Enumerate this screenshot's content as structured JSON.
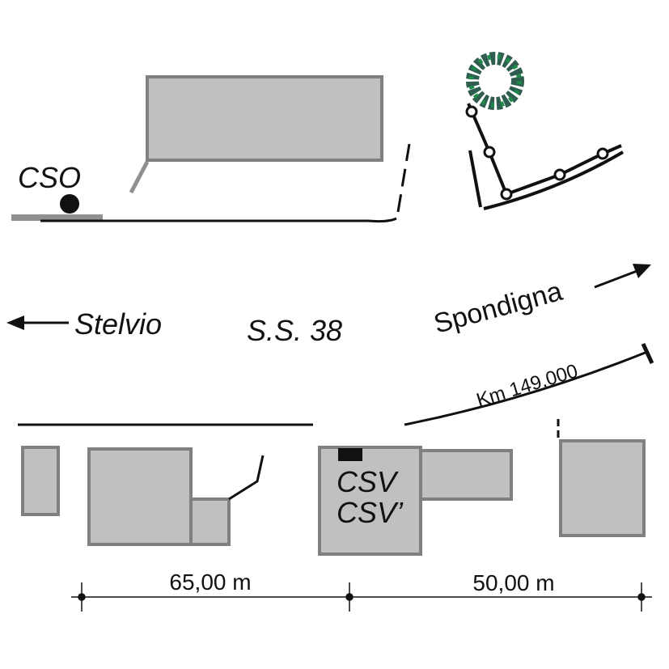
{
  "labels": {
    "cso": "CSO",
    "stelvio": "Stelvio",
    "road": "S.S. 38",
    "spondigna": "Spondigna",
    "km": "Km 149,000",
    "csv": "CSV",
    "csv_prime": "CSV’",
    "dist_left": "65,00 m",
    "dist_right": "50,00 m"
  },
  "colors": {
    "building_fill": "#c0c0c0",
    "building_stroke": "#808080",
    "tree": "#2f5d4f"
  }
}
